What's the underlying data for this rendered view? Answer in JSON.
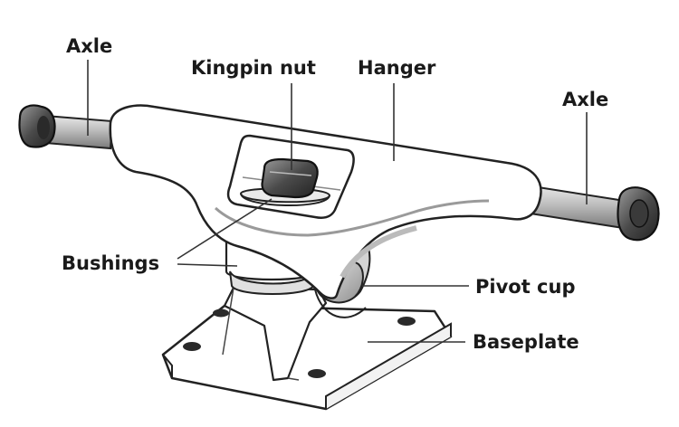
{
  "labels": {
    "axle_left": "Axle",
    "kingpin_nut": "Kingpin nut",
    "hanger": "Hanger",
    "axle_right": "Axle",
    "bushings": "Bushings",
    "pivot_cup": "Pivot cup",
    "baseplate": "Baseplate"
  },
  "colors": {
    "outline": "#222222",
    "body_fill": "#ffffff",
    "shade": "#c8c8c8",
    "shade_dark": "#8a8a8a",
    "axle_fill": "#bdbdbd",
    "nut_fill": "#555555",
    "leader": "#333333",
    "text": "#1a1a1a"
  }
}
